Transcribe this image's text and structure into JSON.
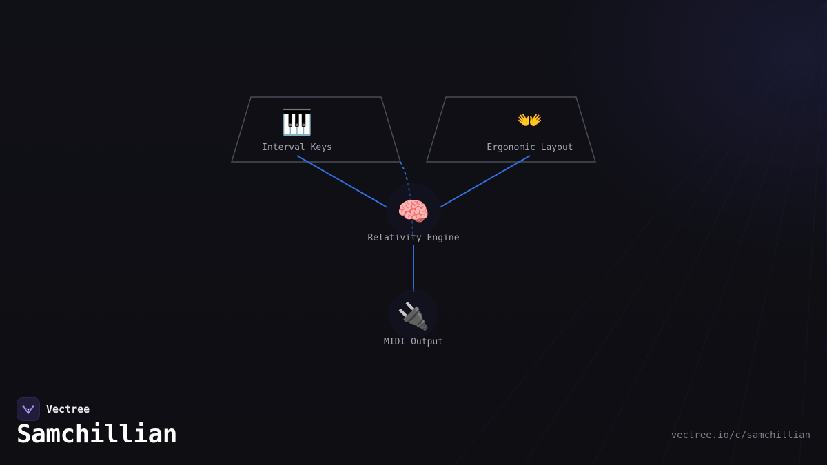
{
  "diagram": {
    "nodes": {
      "interval_keys": {
        "label": "Interval Keys",
        "icon": "🎹",
        "icon_name": "piano-keys-icon"
      },
      "ergonomic_layout": {
        "label": "Ergonomic Layout",
        "icon": "👐",
        "icon_name": "open-hands-icon"
      },
      "relativity_engine": {
        "label": "Relativity Engine",
        "icon": "🧠",
        "icon_name": "brain-icon"
      },
      "midi_output": {
        "label": "MIDI Output",
        "icon": "🔌",
        "icon_name": "electric-plug-icon"
      }
    },
    "colors": {
      "connector": "#2f6fe0",
      "frame_stroke": "#4a4c56",
      "label": "#a4a6b0"
    }
  },
  "footer": {
    "brand_name": "Vectree",
    "project_title": "Samchillian",
    "url": "vectree.io/c/samchillian"
  }
}
